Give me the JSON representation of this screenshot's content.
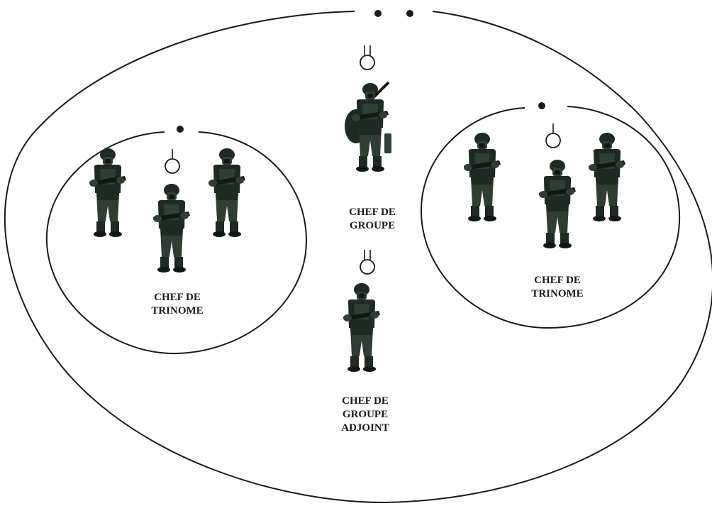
{
  "colors": {
    "outline": "#1a1a1a",
    "soldier_dark": "#1e2a22",
    "soldier_mid": "#2f3d33",
    "soldier_light": "#4c5c50",
    "background": "#ffffff"
  },
  "icons": {
    "soldier": "soldier-icon",
    "rank_marker": "rank-symbol-icon"
  },
  "labels": {
    "chef_de_groupe": [
      "CHEF DE",
      "GROUPE"
    ],
    "chef_de_groupe_adjoint": [
      "CHEF DE",
      "GROUPE",
      "ADJOINT"
    ],
    "chef_de_trinome_left": [
      "CHEF DE",
      "TRINOME"
    ],
    "chef_de_trinome_right": [
      "CHEF DE",
      "TRINOME"
    ]
  }
}
